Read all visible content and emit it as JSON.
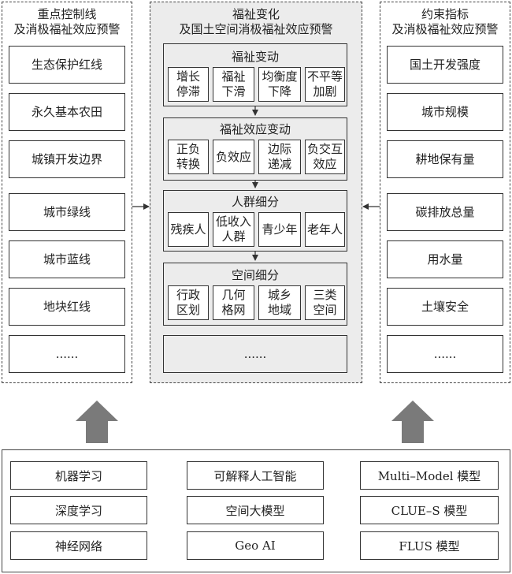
{
  "left_panel": {
    "title": "重点控制线\n及消极福祉效应预警",
    "items": [
      "生态保护红线",
      "永久基本农田",
      "城镇开发边界",
      "城市绿线",
      "城市蓝线",
      "地块红线",
      "......"
    ]
  },
  "center_panel": {
    "title": "福祉变化\n及国土空间消极福祉效应预警",
    "groups": [
      {
        "title": "福祉变动",
        "cells": [
          "增长\n停滞",
          "福祉\n下滑",
          "均衡度\n下降",
          "不平等\n加剧"
        ]
      },
      {
        "title": "福祉效应变动",
        "cells": [
          "正负\n转换",
          "负效应",
          "边际\n递减",
          "负交互\n效应"
        ]
      },
      {
        "title": "人群细分",
        "cells": [
          "残疾人",
          "低收入\n人群",
          "青少年",
          "老年人"
        ]
      },
      {
        "title": "空间细分",
        "cells": [
          "行政\n区划",
          "几何\n格网",
          "城乡\n地域",
          "三类\n空间"
        ]
      }
    ],
    "more": "......"
  },
  "right_panel": {
    "title": "约束指标\n及消极福祉效应预警",
    "items": [
      "国土开发强度",
      "城市规模",
      "耕地保有量",
      "碳排放总量",
      "用水量",
      "土壤安全",
      "......"
    ]
  },
  "bottom_panel": {
    "columns": [
      [
        "机器学习",
        "深度学习",
        "神经网络"
      ],
      [
        "可解释人工智能",
        "空间大模型",
        "Geo AI"
      ],
      [
        "Multi–Model 模型",
        "CLUE–S 模型",
        "FLUS 模型"
      ]
    ]
  },
  "colors": {
    "panel_gray": "#ececec",
    "arrow_gray": "#7a7a7a",
    "border": "#333333"
  }
}
